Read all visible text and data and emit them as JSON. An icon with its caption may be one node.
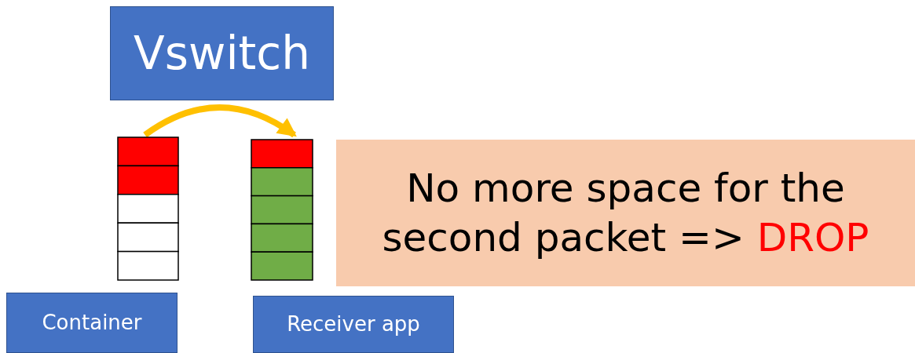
{
  "diagram": {
    "nodes": [
      {
        "text": [
          "Vswitch"
        ]
      },
      {
        "text": [
          "No more space for the second packet =>",
          "DROP"
        ]
      },
      {
        "text": [],
        "shape": "box"
      },
      {
        "text": [],
        "shape": "box"
      },
      {
        "text": [
          "Container"
        ]
      },
      {
        "text": [
          "Receiver app"
        ]
      }
    ],
    "edges": [
      {
        "from": 2,
        "to": 3,
        "arrow": "to",
        "color": "#ffc000"
      }
    ]
  }
}
